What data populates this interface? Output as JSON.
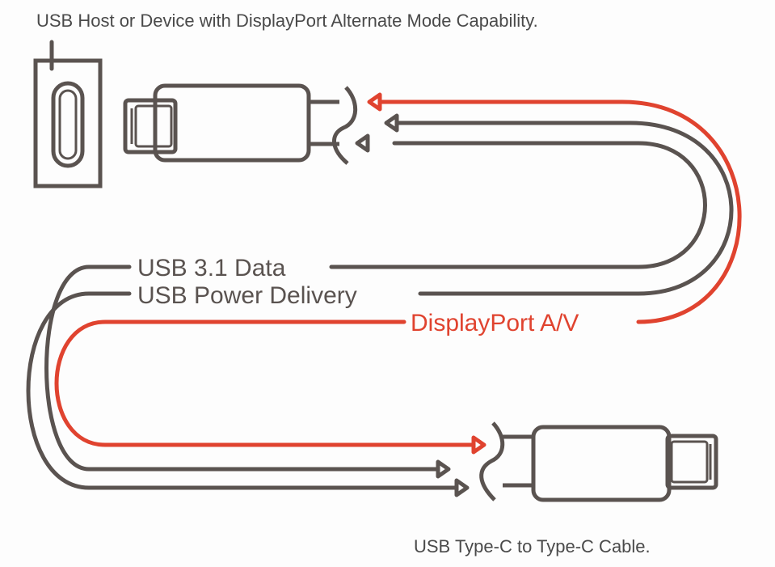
{
  "title": "USB Host or Device with DisplayPort Alternate Mode Capability.",
  "cable_caption": "USB Type-C to Type-C Cable.",
  "signals": {
    "usb_data": "USB 3.1 Data",
    "power_delivery": "USB Power Delivery",
    "displayport": "DisplayPort A/V"
  },
  "colors": {
    "line": "#5a5350",
    "accent": "#e0432f",
    "background": "#fdfdfd"
  }
}
